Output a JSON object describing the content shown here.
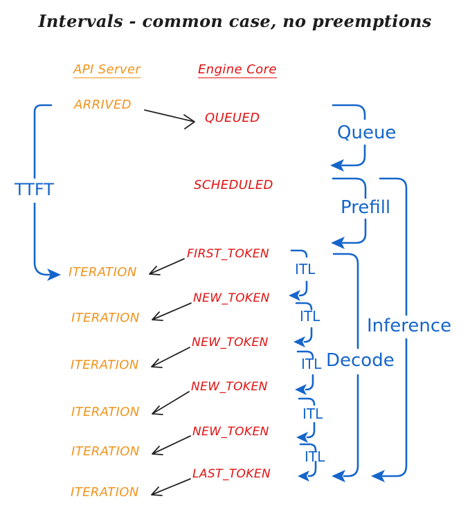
{
  "title": "Intervals - common case, no preemptions",
  "columns": {
    "api_server": "API Server",
    "engine_core": "Engine Core"
  },
  "events": {
    "arrived": "ARRIVED",
    "queued": "QUEUED",
    "scheduled": "SCHEDULED"
  },
  "rows": [
    {
      "token": "FIRST_TOKEN",
      "iteration": "ITERATION",
      "itl": "ITL"
    },
    {
      "token": "NEW_TOKEN",
      "iteration": "ITERATION",
      "itl": "ITL"
    },
    {
      "token": "NEW_TOKEN",
      "iteration": "ITERATION",
      "itl": "ITL"
    },
    {
      "token": "NEW_TOKEN",
      "iteration": "ITERATION",
      "itl": "ITL"
    },
    {
      "token": "NEW_TOKEN",
      "iteration": "ITERATION",
      "itl": "ITL"
    },
    {
      "token": "LAST_TOKEN",
      "iteration": "ITERATION"
    }
  ],
  "intervals": {
    "ttft": "TTFT",
    "queue": "Queue",
    "prefill": "Prefill",
    "decode": "Decode",
    "inference": "Inference"
  },
  "colors": {
    "api_server_orange": "#f0941e",
    "engine_core_red": "#e01111",
    "interval_blue": "#1565cb",
    "ink_black": "#1d1d1d",
    "background": "#ffffff"
  }
}
